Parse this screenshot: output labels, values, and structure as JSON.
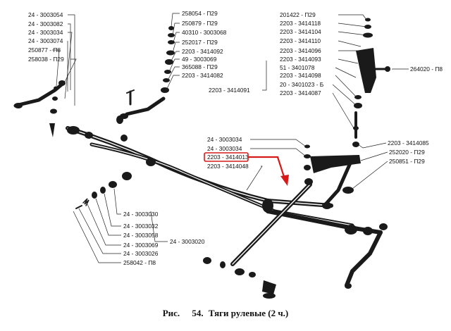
{
  "caption": {
    "prefix": "Рис.",
    "number": "54.",
    "title": "Тяги рулевые (2 ч.)"
  },
  "labels": {
    "l1": "24 - 3003054",
    "l2": "24 - 3003082",
    "l3": "24 - 3003034",
    "l4": "24 - 3003074",
    "l5": "250877 - П8",
    "l6": "258038 - П29",
    "m1": "258054 - П29",
    "m2": "250879 - П29",
    "m3": "40310 - 3003068",
    "m4": "252017 - П29",
    "m5": "2203 - 3414092",
    "m6": "49 - 3003069",
    "m7": "365088 - П29",
    "m8": "2203 - 3414082",
    "r1": "201422 - П29",
    "r2": "2203 - 3414118",
    "r3": "2203 - 3414104",
    "r4": "2203 - 3414110",
    "r5": "2203 - 3414096",
    "r6": "2203 - 3414093",
    "r7": "51 - 3401078",
    "r8": "2203 - 3414098",
    "r9": "20 - 3401023 - Б",
    "r10": "2203 - 3414087",
    "mid1": "2203 - 3414091",
    "bolt": "264020 - П8",
    "c1": "24 - 3003034",
    "c2": "24 - 3003034",
    "c3": "2203 - 3414013",
    "c4": "2203 - 3414048",
    "rr1": "2203 - 3414085",
    "rr2": "252020 - П29",
    "rr3": "250851 - П29",
    "b1": "24 - 3003030",
    "b2": "24 - 3003032",
    "b3": "24 - 3003058",
    "b4": "24 - 3003069",
    "b5": "24 - 3003026",
    "b6": "258042 - П8",
    "b7": "24 - 3003020"
  },
  "highlight": {
    "label": "2203 - 3414013",
    "color": "#d61a1a"
  }
}
